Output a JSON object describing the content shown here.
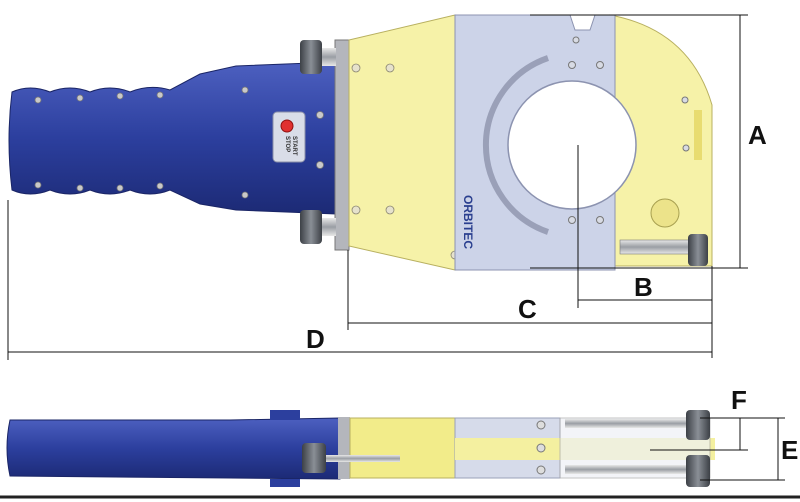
{
  "diagram": {
    "brand_label": "ORBITEC",
    "button_label_start": "START",
    "button_label_stop": "STOP",
    "dimensions": {
      "A": "A",
      "B": "B",
      "C": "C",
      "D": "D",
      "E": "E",
      "F": "F"
    },
    "colors": {
      "handle": "#2c3f9e",
      "plate_yellow": "#f6f2a8",
      "plate_lavender": "#ccd3e8",
      "knob": "#555a60",
      "dimension_line": "#111111"
    }
  }
}
